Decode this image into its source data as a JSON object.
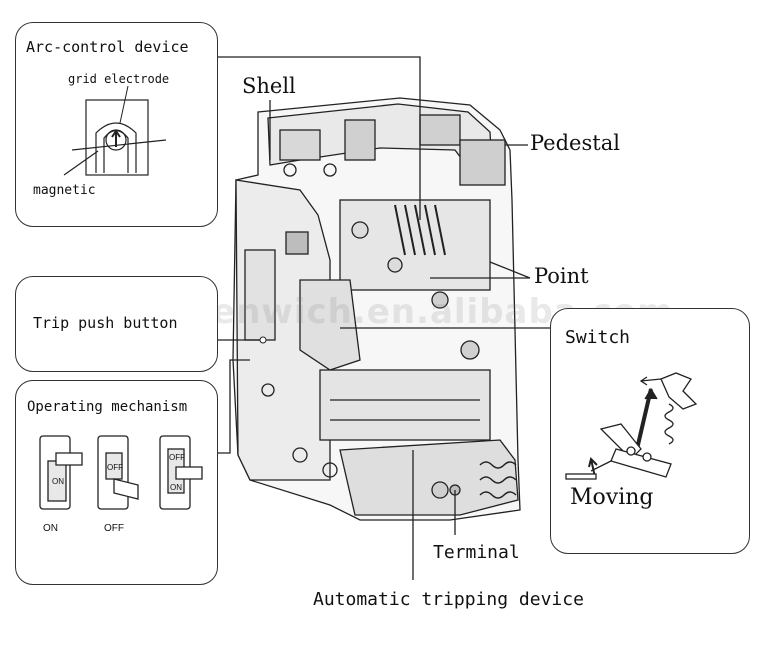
{
  "labels": {
    "arc_control": "Arc-control device",
    "grid_electrode": "grid electrode",
    "magnetic": "magnetic",
    "shell": "Shell",
    "pedestal": "Pedestal",
    "point": "Point",
    "switch": "Switch",
    "moving": "Moving",
    "trip_push_button": "Trip push button",
    "operating_mechanism": "Operating mechanism",
    "terminal": "Terminal",
    "automatic_tripping": "Automatic tripping device"
  },
  "switch_states": [
    "ON",
    "OFF"
  ],
  "handle_text": {
    "on": "ON",
    "off": "OFF",
    "off_small": "O\nOFF"
  },
  "watermark": "greenwich.en.alibaba.com"
}
